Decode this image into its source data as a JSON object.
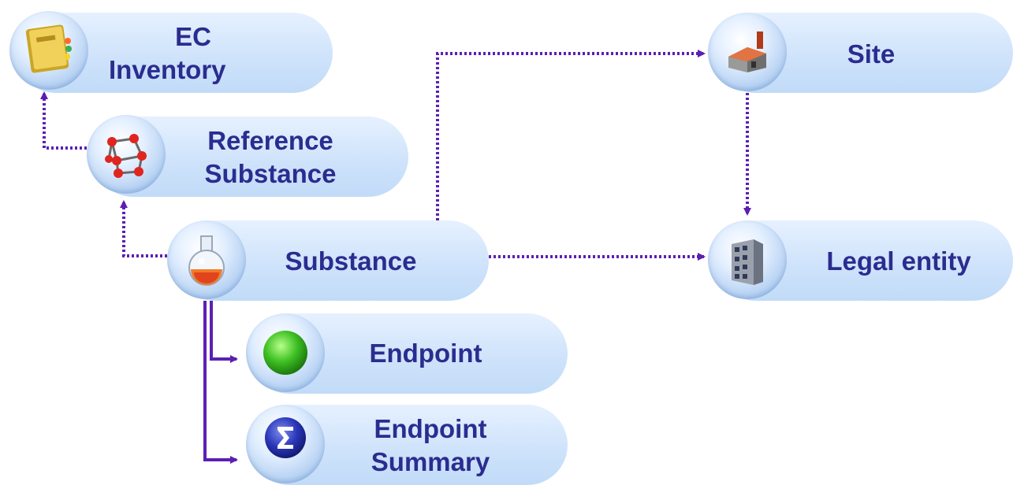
{
  "nodes": {
    "ec_inventory": {
      "line1": "EC",
      "line2": "Inventory",
      "icon": "book-icon"
    },
    "reference_substance": {
      "line1": "Reference",
      "line2": "Substance",
      "icon": "molecule-icon"
    },
    "substance": {
      "label": "Substance",
      "icon": "flask-icon"
    },
    "endpoint": {
      "label": "Endpoint",
      "icon": "green-ball-icon"
    },
    "endpoint_summary": {
      "line1": "Endpoint",
      "line2": "Summary",
      "icon": "sigma-icon"
    },
    "site": {
      "label": "Site",
      "icon": "factory-icon"
    },
    "legal_entity": {
      "label": "Legal entity",
      "icon": "building-icon"
    }
  },
  "colors": {
    "connector": "#5b1fb3",
    "label": "#2b2c8f",
    "pill": "#d3e6fc"
  }
}
